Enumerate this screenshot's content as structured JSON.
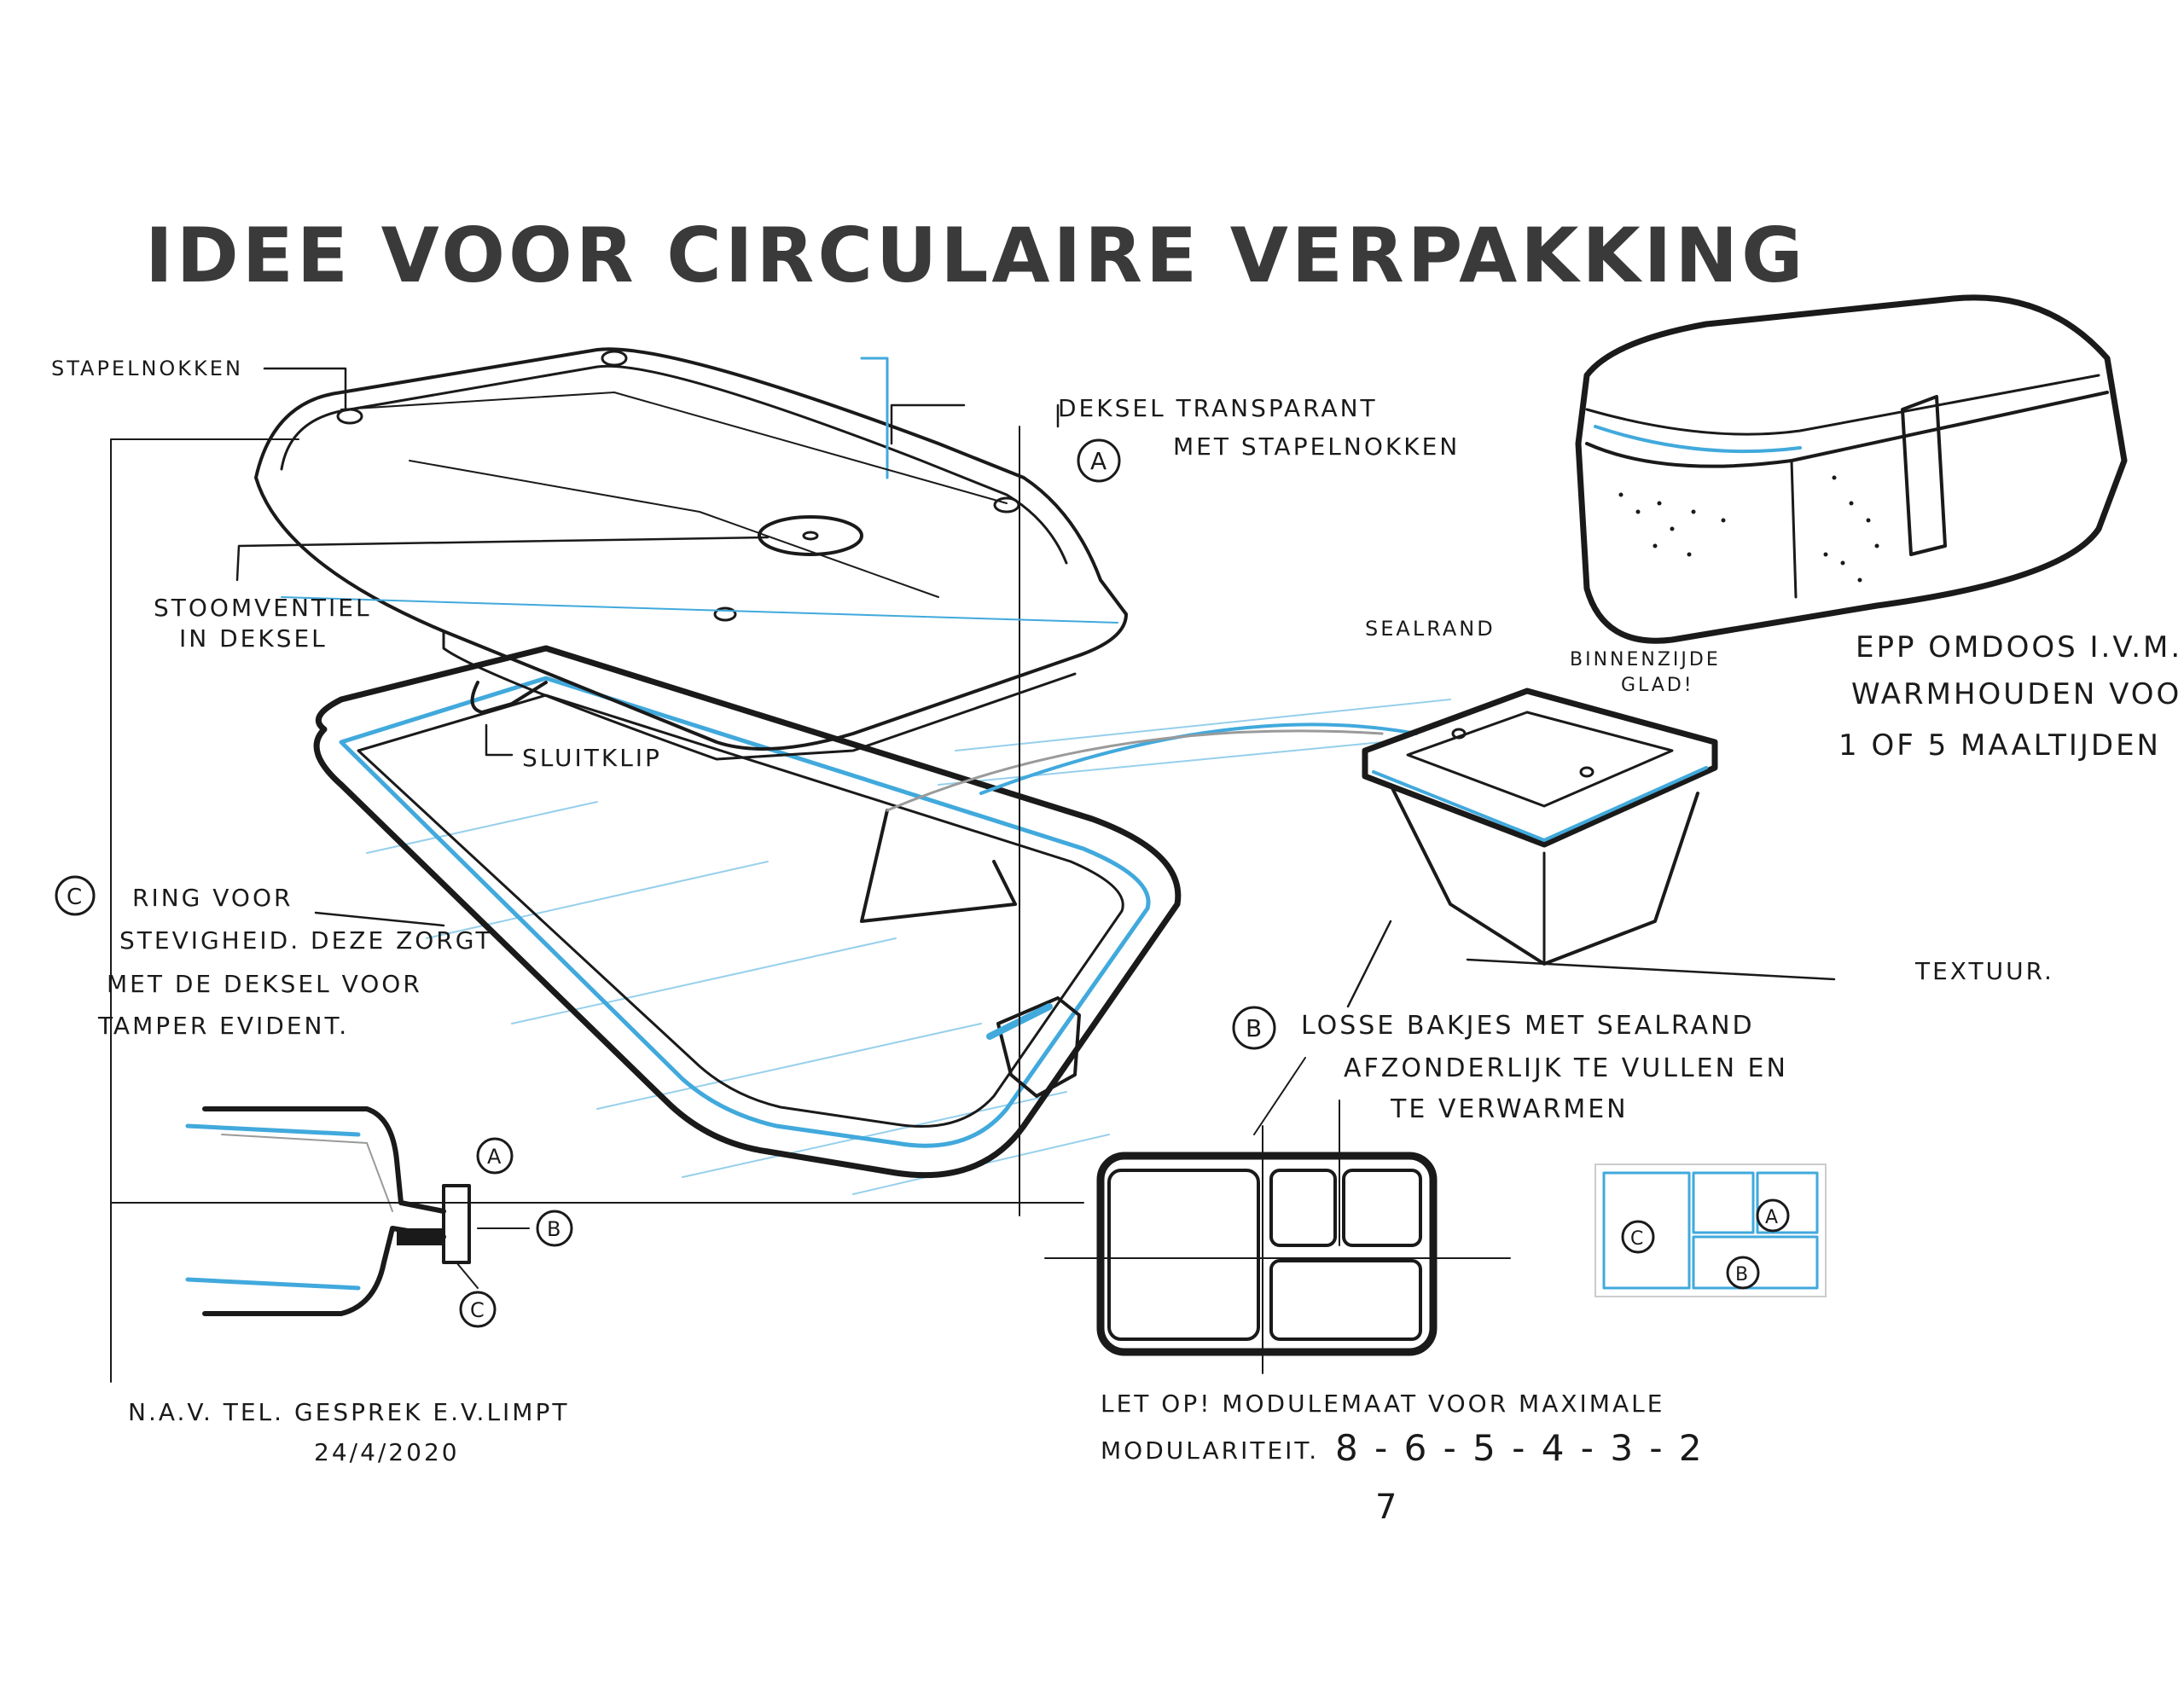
{
  "title": "IDEE VOOR CIRCULAIRE VERPAKKING",
  "labels": {
    "stapelnokken": "STAPELNOKKEN",
    "deksel_1": "DEKSEL TRANSPARANT",
    "deksel_2": "MET STAPELNOKKEN",
    "marker_a": "A",
    "stoomventiel_1": "STOOMVENTIEL",
    "stoomventiel_2": "IN DEKSEL",
    "sluitklip": "SLUITKLIP",
    "sealrand": "SEALRAND",
    "binnenzijde_1": "BINNENZIJDE",
    "binnenzijde_2": "GLAD!",
    "epp_1": "EPP OMDOOS I.V.M.",
    "epp_2": "WARMHOUDEN VOOR",
    "epp_3": "1 OF 5 MAALTIJDEN",
    "marker_c": "C",
    "ring_1": "RING VOOR",
    "ring_2": "STEVIGHEID. DEZE ZORGT",
    "ring_3": "MET DE DEKSEL VOOR",
    "ring_4": "TAMPER EVIDENT.",
    "textuur": "TEXTUUR.",
    "marker_b": "B",
    "losse_1": "LOSSE BAKJES MET SEALRAND",
    "losse_2": "AFZONDERLIJK TE VULLEN EN",
    "losse_3": "TE VERWARMEN",
    "detail_a": "A",
    "detail_b": "B",
    "detail_c": "C",
    "grid_c": "C",
    "grid_a": "A",
    "grid_b": "B",
    "note_1": "N.A.V. TEL. GESPREK E.V.LIMPT",
    "note_2": "24/4/2020",
    "letop_1": "LET OP! MODULEMAAT VOOR MAXIMALE",
    "letop_2": "MODULARITEIT.",
    "sequence": "8 - 6 - 5 - 4 - 3 - 2",
    "sequence_sub": "7"
  },
  "colors": {
    "ink": "#1a1a1a",
    "accent_blue": "#41a9dc",
    "title_grey": "#3a3a3a",
    "shade_grey": "#9a9a9a"
  }
}
